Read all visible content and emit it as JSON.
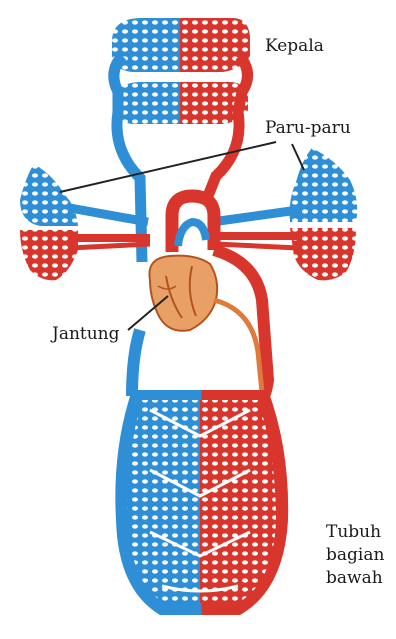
{
  "labels": {
    "head": "Kepala",
    "lungs": "Paru-paru",
    "heart": "Jantung",
    "lower_body": [
      "Tubuh",
      "bagian",
      "bawah"
    ]
  },
  "colors": {
    "venous_blue": "#2e8fd6",
    "arterial_red": "#d8362c",
    "heart_orange": "#e8a066",
    "heart_outline": "#b3541e",
    "leader_line": "#222222"
  },
  "icons": {
    "heart": "heart-organ-icon",
    "lungs": "lung-capillary-icon"
  }
}
